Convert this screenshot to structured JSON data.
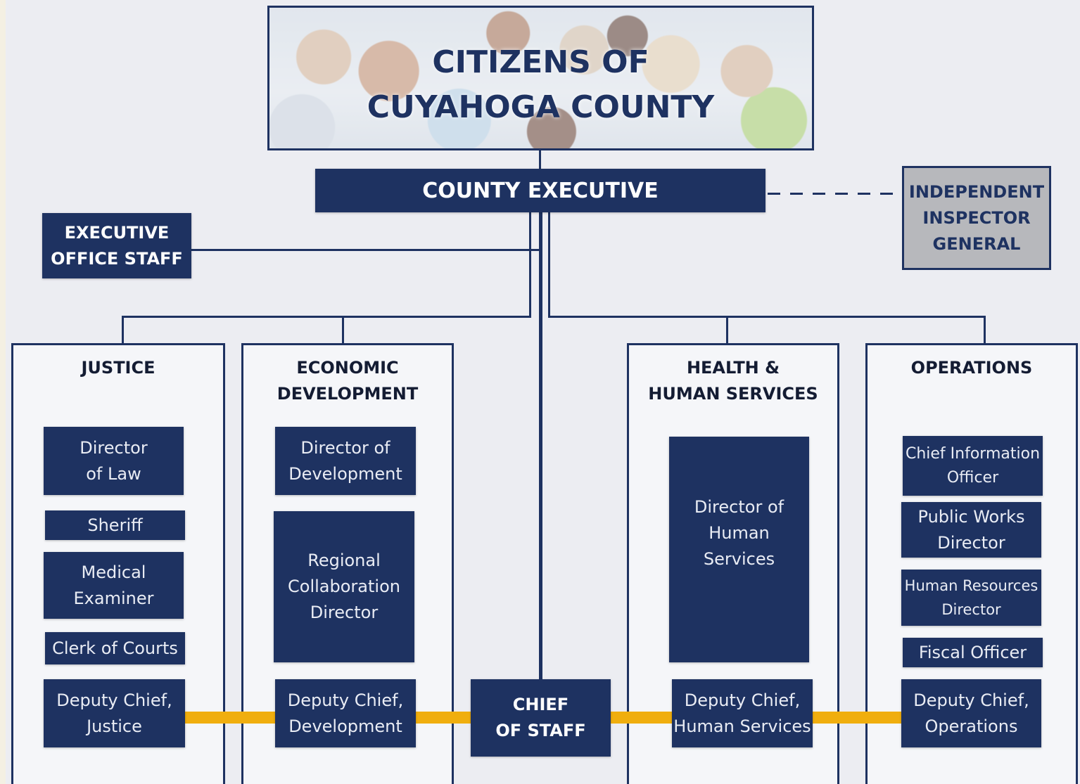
{
  "citizens": {
    "title": "CITIZENS OF\nCUYAHOGA COUNTY"
  },
  "county_executive": {
    "label": "COUNTY EXECUTIVE"
  },
  "inspector_general": {
    "label": "INDEPENDENT\nINSPECTOR\nGENERAL"
  },
  "executive_office_staff": {
    "label": "EXECUTIVE\nOFFICE STAFF"
  },
  "chief_of_staff": {
    "label": "CHIEF\nOF STAFF"
  },
  "departments": {
    "justice": {
      "title": "JUSTICE",
      "roles": [
        "Director\nof Law",
        "Sheriff",
        "Medical\nExaminer",
        "Clerk of Courts"
      ],
      "deputy": "Deputy Chief,\nJustice"
    },
    "economic": {
      "title": "ECONOMIC\nDEVELOPMENT",
      "roles": [
        "Director of\nDevelopment",
        "Regional\nCollaboration\nDirector"
      ],
      "deputy": "Deputy Chief,\nDevelopment"
    },
    "health": {
      "title": "HEALTH &\nHUMAN SERVICES",
      "roles": [
        "Director of\nHuman\nServices"
      ],
      "deputy": "Deputy Chief,\nHuman Services"
    },
    "operations": {
      "title": "OPERATIONS",
      "roles": [
        "Chief Information\nOfficer",
        "Public Works\nDirector",
        "Human Resources\nDirector",
        "Fiscal Officer"
      ],
      "deputy": "Deputy Chief,\nOperations"
    }
  },
  "colors": {
    "navy": "#1e3261",
    "gold": "#f0ae0e",
    "gray_box": "#b7b8bc"
  }
}
